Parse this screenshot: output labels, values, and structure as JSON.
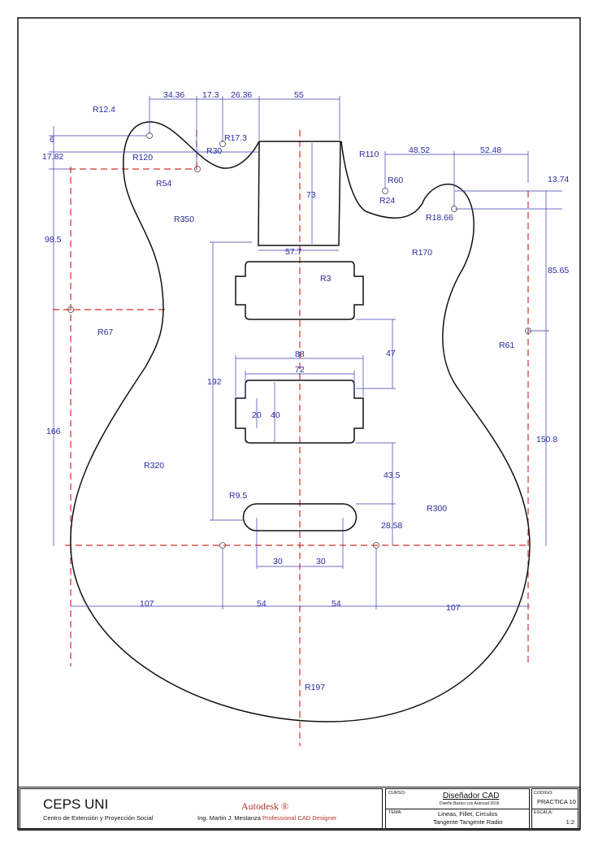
{
  "drawing": {
    "dimensions": {
      "top": [
        "34.36",
        "17.3",
        "26.36",
        "55",
        "48.52",
        "52.48"
      ],
      "radii": [
        "R12.4",
        "R17.3",
        "R30",
        "R120",
        "R110",
        "R60",
        "R24",
        "R18.66",
        "R54",
        "R350",
        "R170",
        "R3",
        "R67",
        "R61",
        "R320",
        "R9.5",
        "R300",
        "R197"
      ],
      "left": [
        "6",
        "17.82",
        "98.5",
        "166"
      ],
      "right": [
        "13.74",
        "85.65",
        "150.8"
      ],
      "inner": [
        "73",
        "57.7",
        "88",
        "47",
        "72",
        "192",
        "20",
        "40",
        "43.5",
        "28.58",
        "30",
        "30"
      ],
      "bottom": [
        "107",
        "54",
        "54",
        "107"
      ]
    }
  },
  "title_block": {
    "org": "CEPS UNI",
    "org_sub": "Centro de Extensión y Proyección Social",
    "brand": "Autodesk ®",
    "author": "Ing. Martin J. Mestanza",
    "author_role": "Professional CAD Designer",
    "curso_label": "CURSO:",
    "curso": "Diseñador CAD",
    "curso_sub": "Diseño Basico con Autocad 2016",
    "tema_label": "TEMA:",
    "tema_1": "Lineas, Fillet, Circulos",
    "tema_2": "Tangente Tangente Radio",
    "codigo_label": "CODIGO:",
    "codigo": "PRACTICA 10",
    "escala_label": "ESCALA:",
    "escala": "1:2"
  }
}
